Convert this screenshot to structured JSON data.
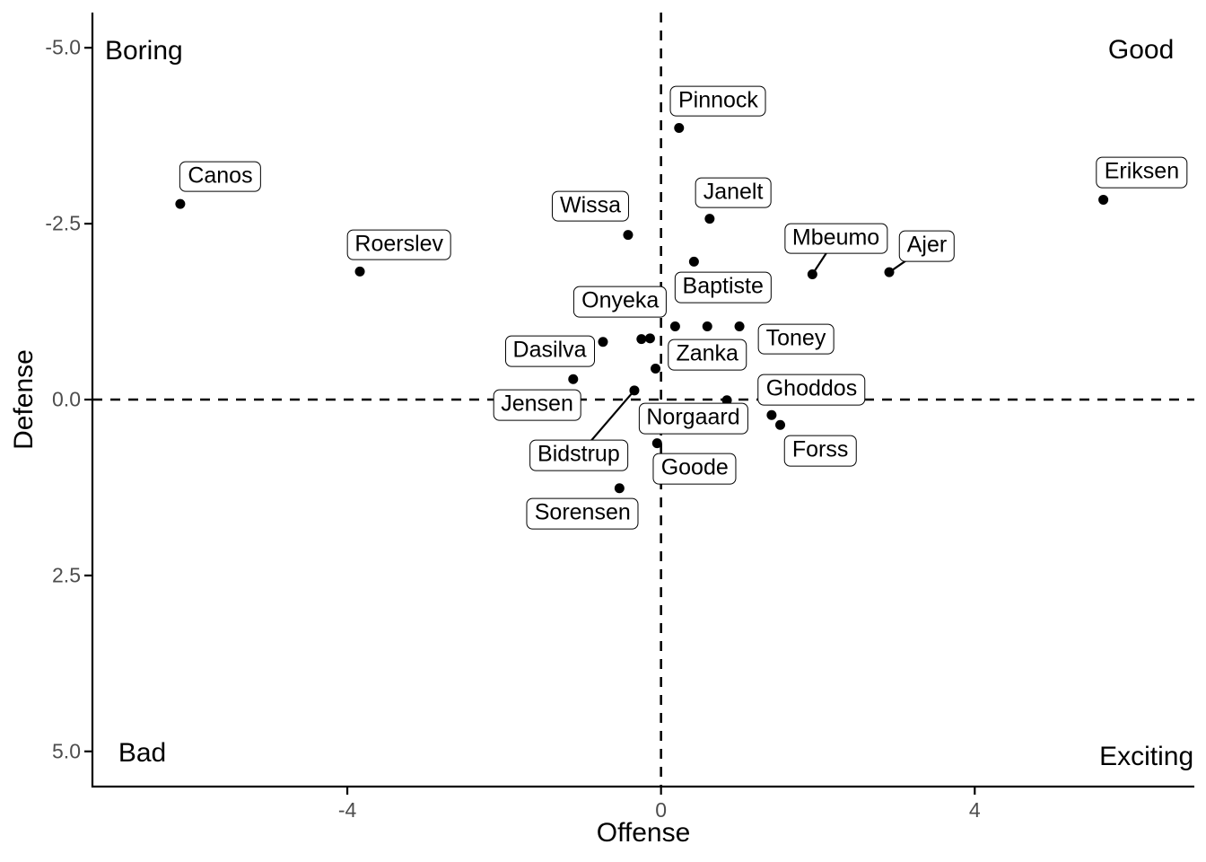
{
  "chart_data": {
    "type": "scatter",
    "title": "",
    "xlabel": "Offense",
    "ylabel": "Defense",
    "grid": false,
    "legend": "none",
    "point_color": "#000000",
    "axis_color": "#000000",
    "tick_label_color": "#4d4d4d",
    "x_axis": {
      "range": [
        -7.25,
        6.8
      ],
      "ticks": [
        {
          "value": -4,
          "label": "-4"
        },
        {
          "value": 0,
          "label": "0"
        },
        {
          "value": 4,
          "label": "4"
        }
      ]
    },
    "y_axis": {
      "range": [
        -5.5,
        5.5
      ],
      "reversed": true,
      "ticks": [
        {
          "value": -5.0,
          "label": "-5.0"
        },
        {
          "value": -2.5,
          "label": "-2.5"
        },
        {
          "value": 0.0,
          "label": "0.0"
        },
        {
          "value": 2.5,
          "label": "2.5"
        },
        {
          "value": 5.0,
          "label": "5.0"
        }
      ]
    },
    "reference_lines": {
      "vertical_x": 0,
      "horizontal_y": 0,
      "style": "dashed"
    },
    "quadrant_labels": [
      {
        "text": "Boring",
        "x": -7.09,
        "y": -4.95,
        "align": "left"
      },
      {
        "text": "Good",
        "x": 6.54,
        "y": -4.97,
        "align": "right"
      },
      {
        "text": "Bad",
        "x": -6.92,
        "y": 5.03,
        "align": "left"
      },
      {
        "text": "Exciting",
        "x": 6.79,
        "y": 5.08,
        "align": "right"
      }
    ],
    "players": [
      {
        "name": "Canos",
        "x": -6.13,
        "y": -2.78,
        "label_x": -5.62,
        "label_y": -3.17,
        "leader": false
      },
      {
        "name": "Roerslev",
        "x": -3.84,
        "y": -1.82,
        "label_x": -3.34,
        "label_y": -2.2,
        "leader": false
      },
      {
        "name": "Wissa",
        "x": -0.42,
        "y": -2.34,
        "label_x": -0.9,
        "label_y": -2.75,
        "leader": false
      },
      {
        "name": "Pinnock",
        "x": 0.23,
        "y": -3.86,
        "label_x": 0.73,
        "label_y": -4.24,
        "leader": false
      },
      {
        "name": "Janelt",
        "x": 0.62,
        "y": -2.57,
        "label_x": 0.92,
        "label_y": -2.94,
        "leader": false
      },
      {
        "name": "Baptiste",
        "x": 0.42,
        "y": -1.96,
        "label_x": 0.79,
        "label_y": -1.59,
        "leader": false
      },
      {
        "name": "Mbeumo",
        "x": 1.93,
        "y": -1.78,
        "label_x": 2.23,
        "label_y": -2.29,
        "leader": true
      },
      {
        "name": "Ajer",
        "x": 2.91,
        "y": -1.81,
        "label_x": 3.39,
        "label_y": -2.18,
        "leader": true
      },
      {
        "name": "Eriksen",
        "x": 5.64,
        "y": -2.84,
        "label_x": 6.13,
        "label_y": -3.23,
        "leader": false
      },
      {
        "name": "Onyeka",
        "x": -0.25,
        "y": -0.86,
        "label_x": -0.52,
        "label_y": -1.39,
        "leader": false
      },
      {
        "name": "Zanka",
        "x": 0.59,
        "y": -1.04,
        "label_x": 0.59,
        "label_y": -0.64,
        "leader": false
      },
      {
        "name": "Toney",
        "x": 1.0,
        "y": -1.04,
        "label_x": 1.72,
        "label_y": -0.86,
        "leader": false
      },
      {
        "name": "Dasilva",
        "x": -0.74,
        "y": -0.82,
        "label_x": -1.42,
        "label_y": -0.69,
        "leader": false
      },
      {
        "name": "Jensen",
        "x": -1.12,
        "y": -0.29,
        "label_x": -1.58,
        "label_y": 0.08,
        "leader": false
      },
      {
        "name": "Bidstrup",
        "x": -0.34,
        "y": -0.13,
        "label_x": -1.05,
        "label_y": 0.79,
        "leader": true
      },
      {
        "name": "Norgaard",
        "x": 0.84,
        "y": 0.01,
        "label_x": 0.41,
        "label_y": 0.27,
        "leader": false
      },
      {
        "name": "Ghoddos",
        "x": 1.41,
        "y": 0.22,
        "label_x": 1.92,
        "label_y": -0.14,
        "leader": false
      },
      {
        "name": "Forss",
        "x": 1.52,
        "y": 0.36,
        "label_x": 2.03,
        "label_y": 0.73,
        "leader": false
      },
      {
        "name": "Goode",
        "x": -0.05,
        "y": 0.62,
        "label_x": 0.43,
        "label_y": 0.98,
        "leader": false
      },
      {
        "name": "Sorensen",
        "x": -0.53,
        "y": 1.26,
        "label_x": -1.0,
        "label_y": 1.62,
        "leader": false
      }
    ],
    "unlabeled_points": [
      {
        "x": 0.18,
        "y": -1.04
      },
      {
        "x": -0.14,
        "y": -0.87
      },
      {
        "x": -0.07,
        "y": -0.44
      }
    ]
  }
}
